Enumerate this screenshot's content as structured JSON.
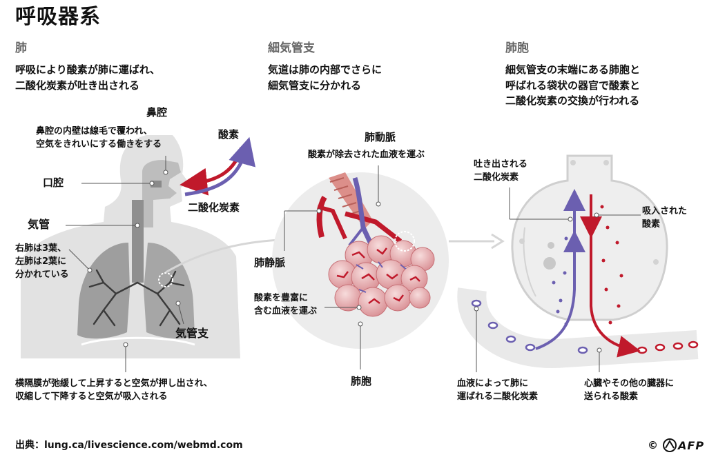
{
  "title": "呼吸器系",
  "sections": {
    "lung": {
      "heading": "肺",
      "desc_lines": [
        "呼吸により酸素が肺に運ばれ、",
        "二酸化炭素が吐き出される"
      ]
    },
    "bronchiole": {
      "heading": "細気管支",
      "desc_lines": [
        "気道は肺の内部でさらに",
        "細気管支に分かれる"
      ]
    },
    "alveolus": {
      "heading": "肺胞",
      "desc_lines": [
        "細気管支の末端にある肺胞と",
        "呼ばれる袋状の器官で酸素と",
        "二酸化炭素の交換が行われる"
      ]
    }
  },
  "lung_labels": {
    "nasal_cavity": "鼻腔",
    "nasal_note_lines": [
      "鼻腔の内壁は線毛で覆われ、",
      "空気をきれいにする働きをする"
    ],
    "oral_cavity": "口腔",
    "trachea": "気管",
    "lobes_lines": [
      "右肺は3葉、",
      "左肺は2葉に",
      "分かれている"
    ],
    "bronchus": "気管支",
    "oxygen": "酸素",
    "carbon_dioxide": "二酸化炭素",
    "diaphragm_lines": [
      "横隔膜が弛緩して上昇すると空気が押し出され、",
      "収縮して下降すると空気が吸入される"
    ]
  },
  "bronchiole_labels": {
    "pulmonary_artery": "肺動脈",
    "artery_note": "酸素が除去された血液を運ぶ",
    "pulmonary_vein": "肺静脈",
    "vein_note_lines": [
      "酸素を豊富に",
      "含む血液を運ぶ"
    ],
    "alveolus": "肺胞"
  },
  "alveolus_labels": {
    "exhaled_lines": [
      "吐き出される",
      "二酸化炭素"
    ],
    "inhaled_lines": [
      "吸入された",
      "酸素"
    ],
    "co2_blood_lines": [
      "血液によって肺に",
      "運ばれる二酸化炭素"
    ],
    "o2_blood_lines": [
      "心臓やその他の臓器に",
      "送られる酸素"
    ]
  },
  "footer": {
    "source": "出典：lung.ca/livescience.com/webmd.com",
    "copyright": "©",
    "brand": "AFP"
  },
  "colors": {
    "oxygen_red": "#c0192b",
    "co2_purple": "#6b5fb0",
    "lung_gray": "#9e9e9e",
    "tissue_pink": "#e9b4b8",
    "circle_bg": "#ececec"
  }
}
